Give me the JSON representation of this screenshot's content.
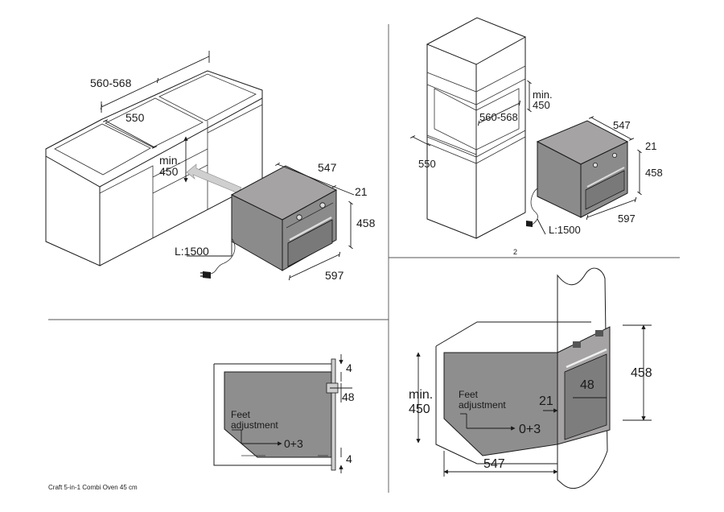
{
  "footer": {
    "product_name": "Craft 5-in-1 Combi Oven 45 cm",
    "page_number": "2"
  },
  "panel_a": {
    "cabinet_width": "560-568",
    "niche_depth": "550",
    "min_label": "min.",
    "min_height": "450",
    "oven_depth": "547",
    "front_thickness": "21",
    "oven_height": "458",
    "oven_width": "597",
    "cable_length": "L:1500"
  },
  "panel_b": {
    "min_label": "min.",
    "min_height": "450",
    "niche_width": "560-568",
    "niche_depth": "550",
    "oven_depth": "547",
    "front_thickness": "21",
    "oven_height": "458",
    "oven_width": "597",
    "cable_length": "L:1500"
  },
  "panel_c": {
    "top_gap": "4",
    "rail": "48",
    "bottom_gap": "4",
    "feet_label_1": "Feet",
    "feet_label_2": "adjustment",
    "feet_range": "0+3"
  },
  "panel_d": {
    "min_label": "min.",
    "min_height": "450",
    "feet_label_1": "Feet",
    "feet_label_2": "adjustment",
    "front_thickness": "21",
    "rail": "48",
    "feet_range": "0+3",
    "oven_height": "458",
    "oven_depth": "547"
  }
}
